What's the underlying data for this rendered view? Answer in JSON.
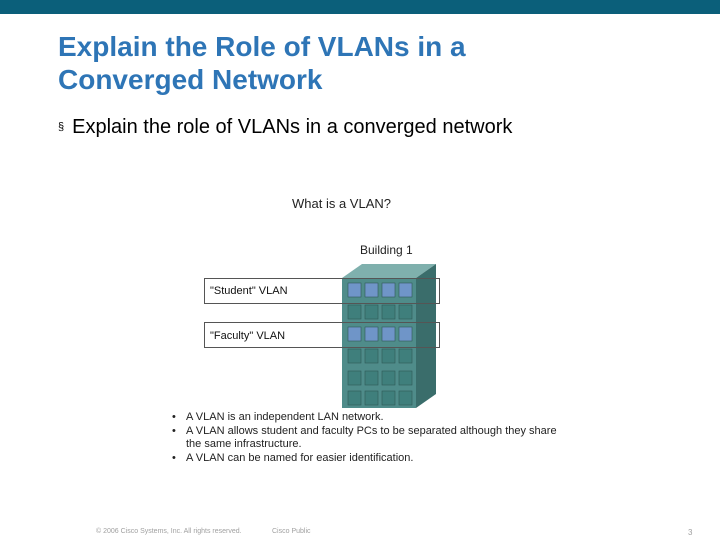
{
  "title": {
    "line1": "Explain the Role of VLANs in a",
    "line2": "Converged Network"
  },
  "bullet": {
    "marker": "§",
    "text": "Explain the role of VLANs in a converged network"
  },
  "figure": {
    "title": "What is a VLAN?",
    "building_label": "Building 1",
    "student_vlan": "\"Student\" VLAN",
    "faculty_vlan": "\"Faculty\" VLAN",
    "notes": [
      "A VLAN is an independent LAN network.",
      "A VLAN allows student and faculty PCs to be separated although they share the same infrastructure.",
      "A VLAN can be named for easier identification."
    ]
  },
  "footer": {
    "copyright": "© 2006 Cisco Systems, Inc. All rights reserved.",
    "classification": "Cisco Public",
    "page": "3"
  },
  "colors": {
    "top_bar": "#0b5f7a",
    "title": "#2e75b6",
    "building_front": "#4f8c8a",
    "building_side": "#3a6d6b",
    "window_blue": "#6f95c8",
    "window_teal": "#3f7f7c"
  }
}
